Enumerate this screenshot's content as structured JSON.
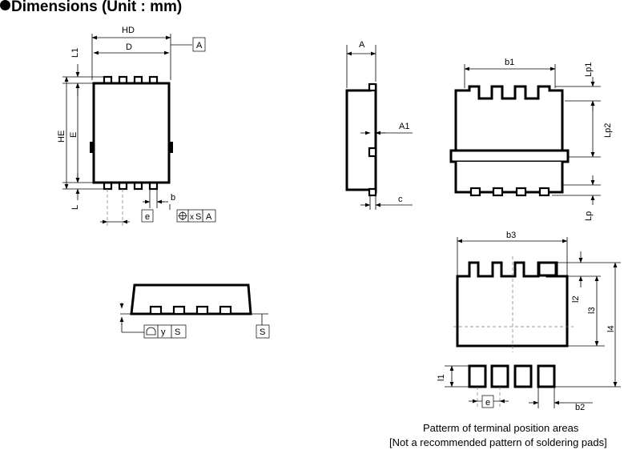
{
  "title": "Dimensions (Unit : mm)",
  "labels": {
    "HD": "HD",
    "D": "D",
    "A": "A",
    "L1": "L1",
    "HE": "HE",
    "E": "E",
    "L": "L",
    "b": "b",
    "e": "e",
    "x": "x",
    "S": "S",
    "y": "y",
    "A1": "A1",
    "c": "c",
    "b1": "b1",
    "Lp1": "Lp1",
    "Lp2": "Lp2",
    "Lp": "Lp",
    "b3": "b3",
    "l2": "l2",
    "l3": "l3",
    "l4": "l4",
    "l1": "l1",
    "b2": "b2"
  },
  "caption": {
    "line1": "Patterm of terminal position areas",
    "line2": "[Not  a recommended pattern of soldering pads]"
  }
}
